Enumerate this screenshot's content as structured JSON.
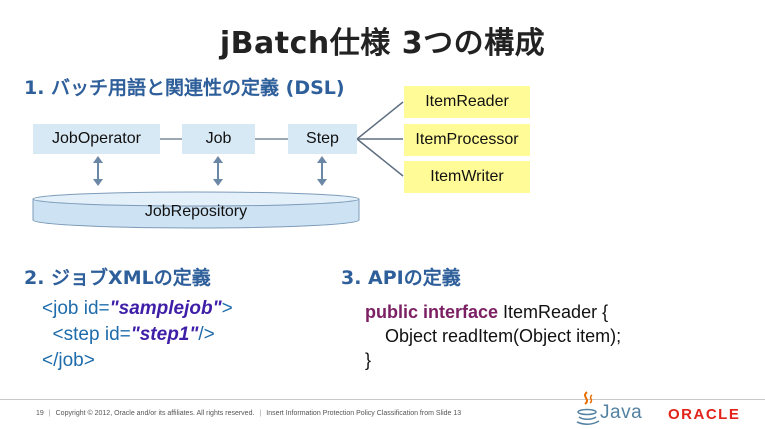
{
  "slide": {
    "title": "jBatch仕様 3つの構成",
    "section1": "1. バッチ用語と関連性の定義 (DSL)",
    "section2": "2. ジョブXMLの定義",
    "section3": "3. APIの定義"
  },
  "diagram": {
    "job_operator": "JobOperator",
    "job": "Job",
    "step": "Step",
    "item_reader": "ItemReader",
    "item_processor": "ItemProcessor",
    "item_writer": "ItemWriter",
    "job_repository": "JobRepository"
  },
  "xml": {
    "line1_open": "<job id=",
    "line1_value": "\"samplejob\"",
    "line1_close": ">",
    "line2_open": "  <step id=",
    "line2_value": "\"step1\"",
    "line2_close": "/>",
    "line3": "</job>"
  },
  "code": {
    "line1_keywords": "public interface",
    "line1_rest": " ItemReader {",
    "line2": "    Object readItem(Object item);",
    "line3": "}"
  },
  "footer": {
    "page_number": "19",
    "copyright": "Copyright © 2012, Oracle and/or its affiliates. All rights reserved.",
    "classification": "Insert Information Protection Policy Classification from Slide 13",
    "java_logo_text": "Java",
    "oracle_logo_text": "ORACLE"
  },
  "colors": {
    "section_heading": "#2e5f9a",
    "blue_box": "#d8e9f6",
    "yellow_box": "#fffb97",
    "arrow": "#6b87a6",
    "xml_text": "#1e6cab",
    "xml_attr_value": "#3f1fa8",
    "java_keyword": "#7b2063",
    "oracle_red": "#e2231a"
  }
}
